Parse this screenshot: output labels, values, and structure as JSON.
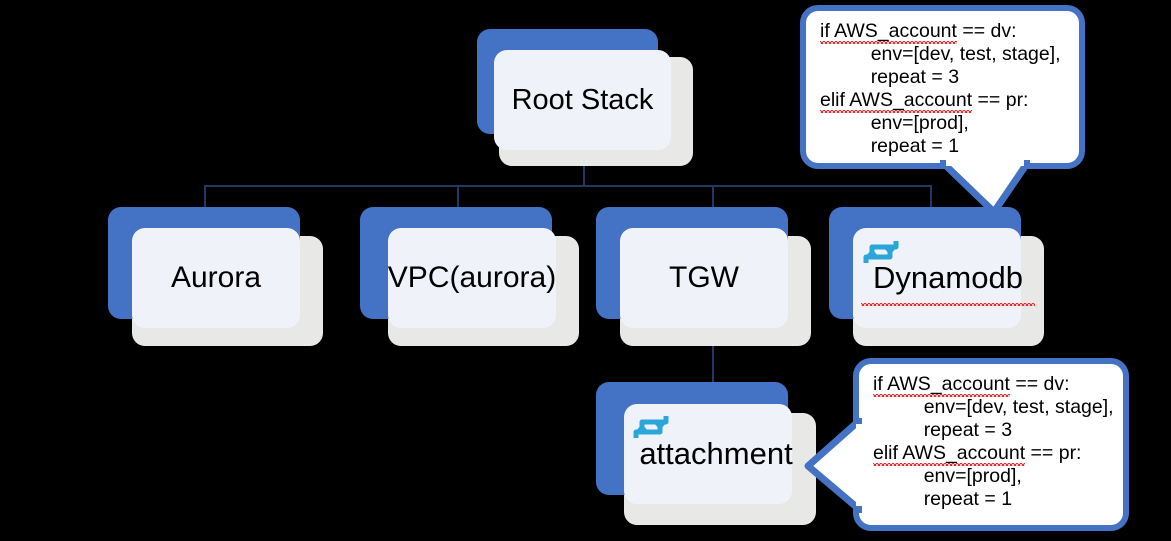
{
  "diagram": {
    "title": "AWS CloudFormation nested stack diagram",
    "background_color": "#000000",
    "accent_color": "#4472C4",
    "connector_color": "#1F3864",
    "loop_icon_color": "#2BA6DB",
    "spellcheck_underline_color": "#E03030"
  },
  "nodes": {
    "root": {
      "label": "Root Stack",
      "icon": "",
      "spellcheck": false
    },
    "aurora": {
      "label": "Aurora",
      "icon": "",
      "spellcheck": false
    },
    "vpc": {
      "label": "VPC(aurora)",
      "icon": "",
      "spellcheck": false
    },
    "tgw": {
      "label": "TGW",
      "icon": "",
      "spellcheck": false
    },
    "dynamodb": {
      "label": "Dynamodb",
      "icon": "loop-repeat-icon",
      "spellcheck": true
    },
    "attachment": {
      "label": "attachment",
      "icon": "loop-repeat-icon",
      "spellcheck": false
    }
  },
  "callouts": {
    "dynamodb_callout": {
      "tail_direction": "down",
      "points_to": "dynamodb",
      "lines": [
        {
          "indent": false,
          "prefix": "if ",
          "word": "AWS_account",
          "suffix": " == dv:"
        },
        {
          "indent": true,
          "prefix": "env=[dev, test, stage],",
          "word": "",
          "suffix": ""
        },
        {
          "indent": true,
          "prefix": "repeat = 3",
          "word": "",
          "suffix": ""
        },
        {
          "indent": false,
          "prefix": "",
          "word": "elif AWS_account",
          "suffix": " == pr:"
        },
        {
          "indent": true,
          "prefix": "env=[prod],",
          "word": "",
          "suffix": ""
        },
        {
          "indent": true,
          "prefix": "repeat = 1",
          "word": "",
          "suffix": ""
        }
      ]
    },
    "attachment_callout": {
      "tail_direction": "left",
      "points_to": "attachment",
      "lines": [
        {
          "indent": false,
          "prefix": "if ",
          "word": "AWS_account",
          "suffix": " == dv:"
        },
        {
          "indent": true,
          "prefix": "env=[dev, test, stage],",
          "word": "",
          "suffix": ""
        },
        {
          "indent": true,
          "prefix": "repeat = 3",
          "word": "",
          "suffix": ""
        },
        {
          "indent": false,
          "prefix": "",
          "word": "elif AWS_account",
          "suffix": " == pr:"
        },
        {
          "indent": true,
          "prefix": "env=[prod],",
          "word": "",
          "suffix": ""
        },
        {
          "indent": true,
          "prefix": "repeat = 1",
          "word": "",
          "suffix": ""
        }
      ]
    }
  }
}
